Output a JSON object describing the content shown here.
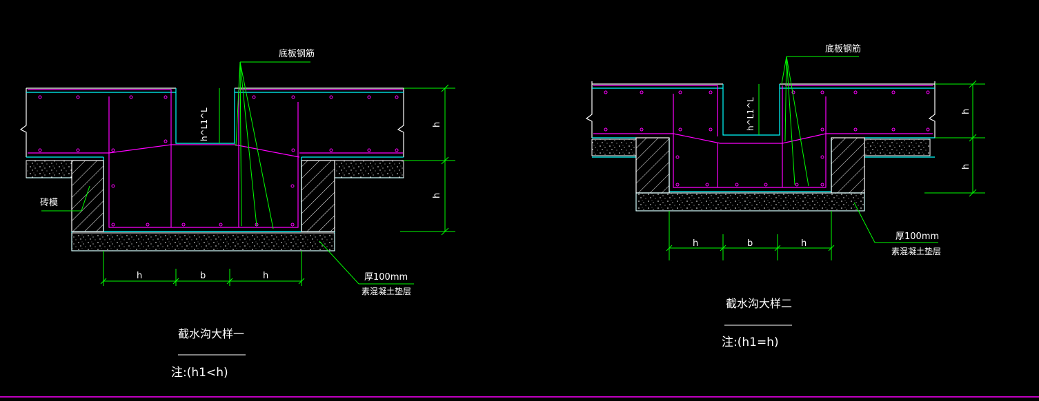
{
  "colors": {
    "background": "#000000",
    "outline": "#ffffff",
    "structure": "#00ffff",
    "rebar": "#ff00ff",
    "dimension": "#00ff00",
    "text": "#ffffff"
  },
  "detail1": {
    "rebar_label": "底板钢筋",
    "dim_depth_label": "h^L1^L",
    "brick_label": "砖模",
    "dim_h_top": "h",
    "dim_h_bottom": "h",
    "dim_h_left": "h",
    "dim_b": "b",
    "dim_h_right": "h",
    "thickness_label": "厚100mm",
    "layer_label": "素混凝土垫层",
    "title": "截水沟大样一",
    "note": "注:(h1<h)"
  },
  "detail2": {
    "rebar_label": "底板钢筋",
    "dim_depth_label": "h^L1^L",
    "dim_h_top": "h",
    "dim_h_bottom": "h",
    "dim_h_left": "h",
    "dim_b": "b",
    "dim_h_right": "h",
    "thickness_label": "厚100mm",
    "layer_label": "素混凝土垫层",
    "title": "截水沟大样二",
    "note": "注:(h1=h)"
  }
}
